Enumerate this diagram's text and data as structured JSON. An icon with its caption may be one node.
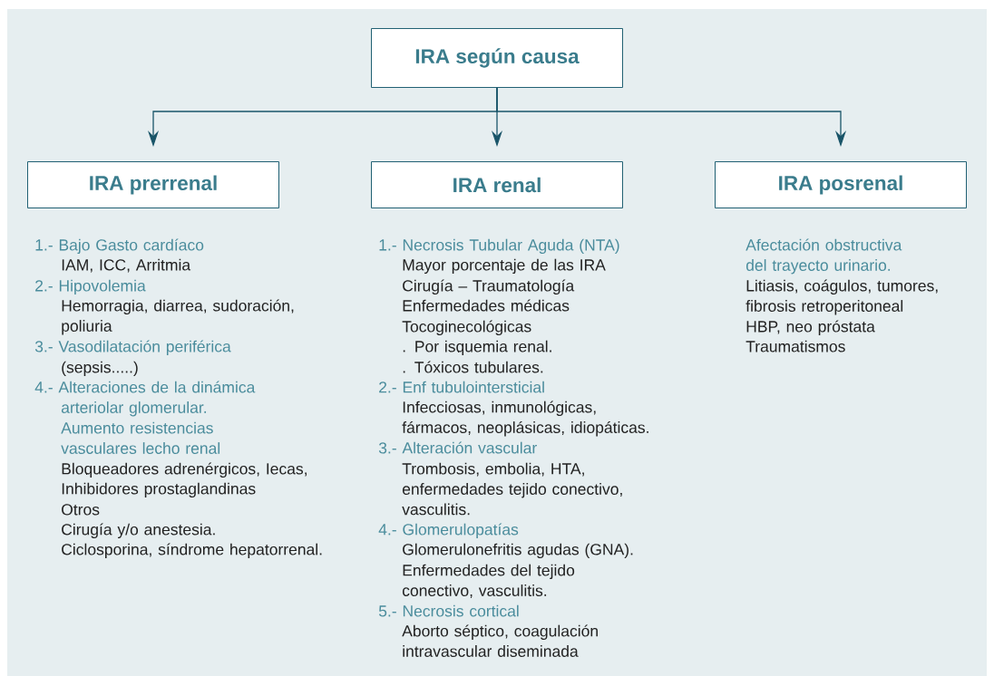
{
  "diagram": {
    "nodes": [
      {
        "text": [
          "IRA según causa"
        ]
      },
      {
        "text": [
          "IRA prerrenal"
        ]
      },
      {
        "text": [
          "IRA renal"
        ]
      },
      {
        "text": [
          "IRA posrenal"
        ]
      }
    ],
    "edges": [
      {
        "from": 0,
        "to": 1,
        "arrow": "to"
      },
      {
        "from": 0,
        "to": 2,
        "arrow": "to"
      },
      {
        "from": 0,
        "to": 3,
        "arrow": "to"
      }
    ],
    "labels": [
      "1.- Bajo Gasto cardíaco",
      "IAM, ICC, Arritmia",
      "2.- Hipovolemia",
      "Hemorragia, diarrea, sudoración, poliuria",
      "3.- Vasodilatación periférica",
      "(sepsis.....)",
      "4.- Alteraciones de la dinámica arteriolar glomerular.",
      "Aumento resistencias vasculares lecho renal",
      "Bloqueadores adrenérgicos, Iecas,",
      "Inhibidores prostaglandinas",
      "Otros",
      "Cirugía y/o anestesia.",
      "Ciclosporina, síndrome hepatorrenal.",
      "1.- Necrosis Tubular Aguda (NTA)",
      "Mayor porcentaje de las IRA",
      "Cirugía – Traumatología",
      "Enfermedades médicas",
      "Tocoginecológicas",
      ". Por isquemia renal.",
      ". Tóxicos tubulares.",
      "2.- Enf tubulointersticial",
      "Infecciosas, inmunológicas, fármacos, neoplásicas, idiopáticas.",
      "3.- Alteración vascular",
      "Trombosis, embolia, HTA, enfermedades tejido conectivo, vasculitis.",
      "4.- Glomerulopatías",
      "Glomerulonefritis agudas (GNA).",
      "Enfermedades del tejido conectivo,  vasculitis.",
      "5.- Necrosis cortical",
      "Aborto séptico, coagulación intravascular diseminada",
      "Afectación obstructiva del trayecto urinario.",
      "Litiasis, coágulos, tumores, fibrosis retroperitoneal",
      "HBP, neo próstata",
      "Traumatismos"
    ]
  }
}
